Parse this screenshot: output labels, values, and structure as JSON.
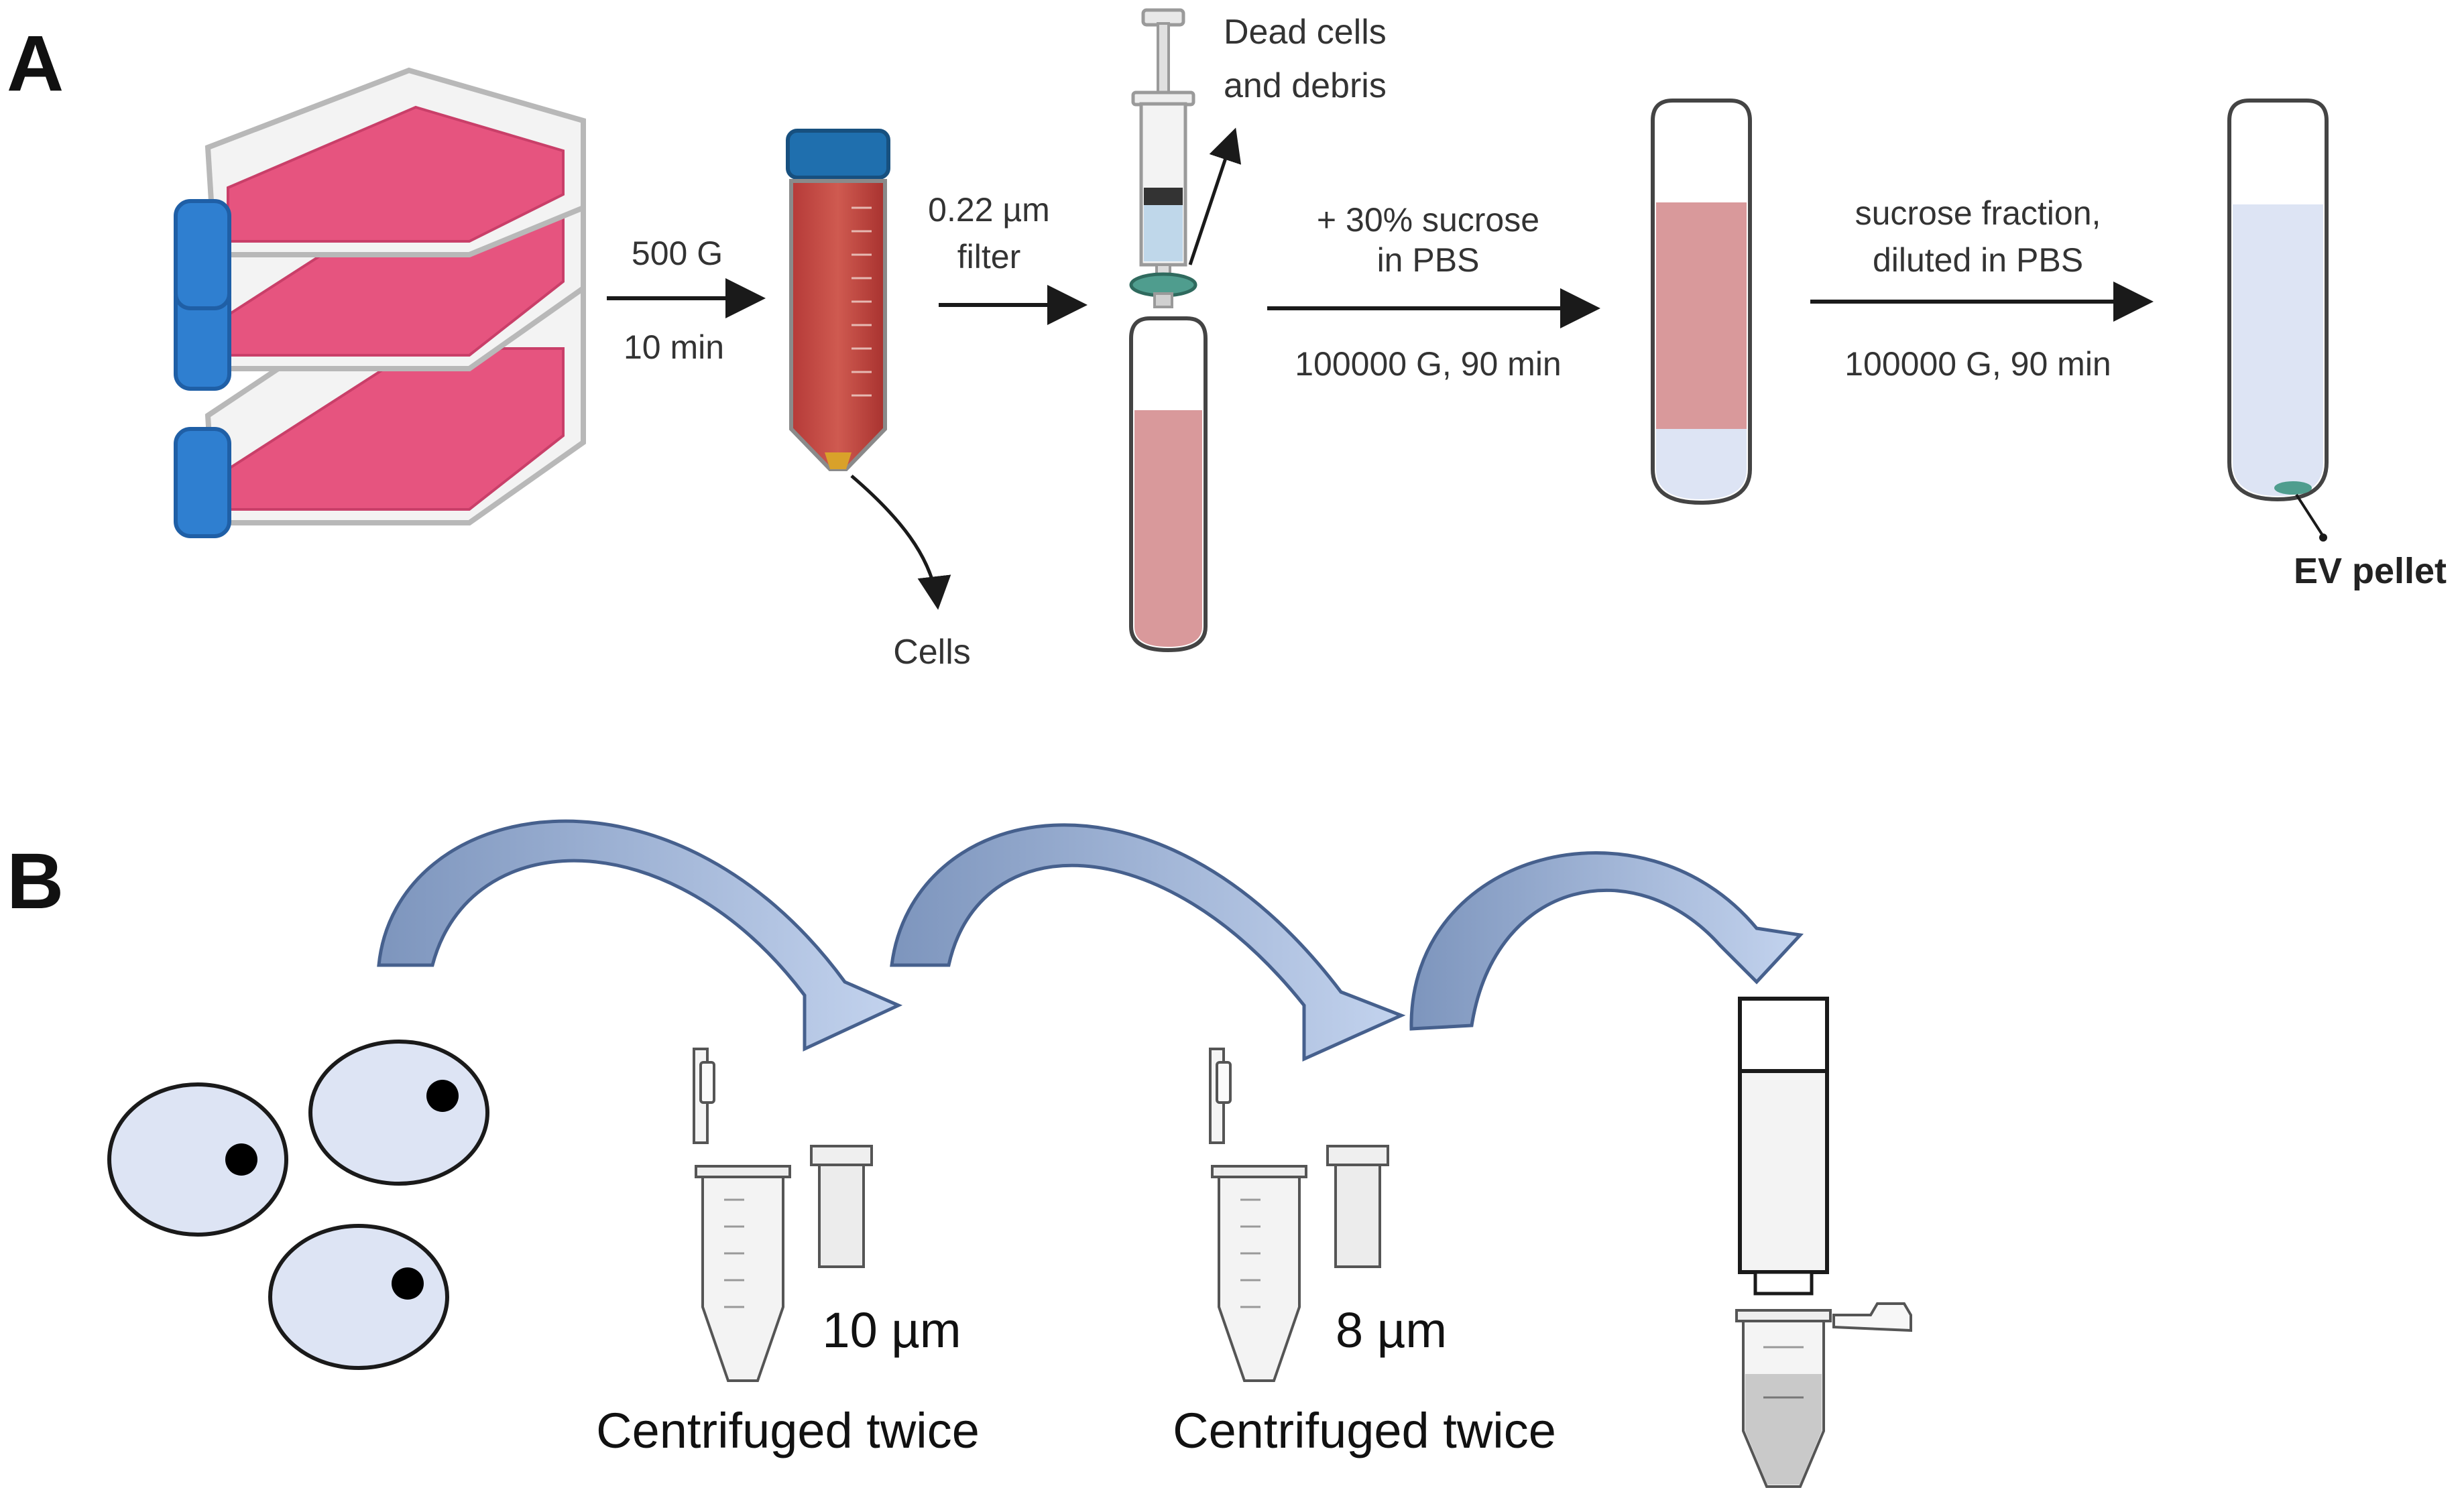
{
  "panels": {
    "a": {
      "letter": "A",
      "step1": {
        "top": "500 G",
        "bottom": "10 min"
      },
      "step2": {
        "line1": "0.22 µm",
        "line2": "filter"
      },
      "cells_label": "Cells",
      "debris": {
        "line1": "Dead cells",
        "line2": "and debris"
      },
      "step3": {
        "line1": "+ 30% sucrose",
        "line2": "in PBS",
        "bottom": "100000 G, 90 min"
      },
      "step4": {
        "line1": "sucrose fraction,",
        "line2": "diluted in PBS",
        "bottom": "100000 G, 90 min"
      },
      "pellet_label": "EV pellet"
    },
    "b": {
      "letter": "B",
      "filter1": {
        "pore": "10 µm",
        "caption": "Centrifuged twice"
      },
      "filter2": {
        "pore": "8 µm",
        "caption": "Centrifuged twice"
      }
    }
  },
  "colors": {
    "medium_pink": "#e6547f",
    "sucrose_pink": "#d9999b",
    "supernatant_red": "#c8453f",
    "cap_blue": "#2f7fd0",
    "pale_blue": "#dde4f4",
    "arrow_blue_dark": "#7d95bd",
    "arrow_blue_light": "#c3d3ee",
    "filter_teal": "#4f9d8e"
  }
}
